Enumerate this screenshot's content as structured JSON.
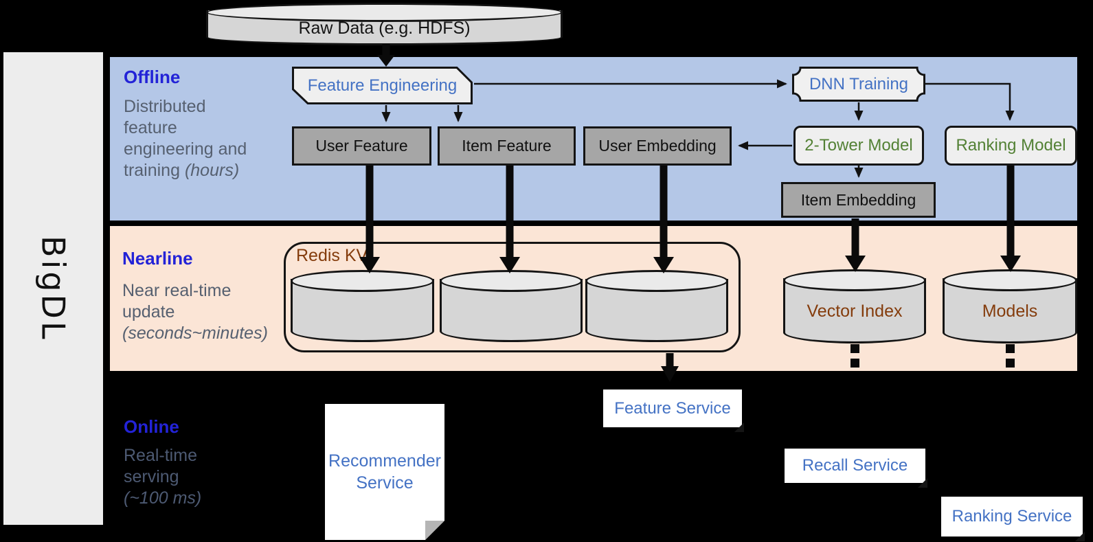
{
  "brand": "BigDL",
  "raw_data": {
    "label": "Raw Data (e.g. HDFS)"
  },
  "offline": {
    "heading": "Offline",
    "desc_lines": [
      "Distributed",
      "feature",
      "engineering and"
    ],
    "desc_tail": "training ",
    "desc_note": "(hours)",
    "nodes": {
      "feature_engineering": "Feature Engineering",
      "dnn_training": "DNN Training",
      "user_feature": "User Feature",
      "item_feature": "Item Feature",
      "user_embedding": "User Embedding",
      "two_tower_model": "2-Tower Model",
      "ranking_model": "Ranking Model",
      "item_embedding": "Item Embedding"
    }
  },
  "nearline": {
    "heading": "Nearline",
    "desc_lines": [
      "Near real-time",
      "update"
    ],
    "desc_note": "(seconds~minutes)",
    "redis_label": "Redis KV",
    "vector_index": "Vector Index",
    "models": "Models"
  },
  "online": {
    "heading": "Online",
    "desc_lines": [
      "Real-time",
      "serving"
    ],
    "desc_note": "(~100 ms)",
    "services": {
      "recommender": "Recommender Service",
      "feature": "Feature Service",
      "recall": "Recall Service",
      "ranking": "Ranking Service"
    }
  },
  "colors": {
    "offline_band": "#B4C7E7",
    "nearline_band": "#FBE5D6",
    "section_blue": "#2323D7",
    "desc_gray": "#566070",
    "online_desc_gray": "#4D5A73",
    "node_blue": "#4472C4",
    "node_green": "#538135",
    "storage_brown": "#843C0C",
    "dark_box": "#A6A6A6",
    "light_box": "#EFEFEF"
  }
}
